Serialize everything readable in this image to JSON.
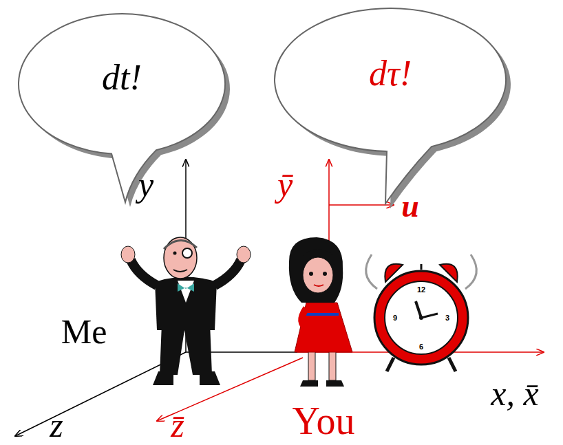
{
  "diagram": {
    "nodes": [
      {
        "text": [
          "dt!"
        ]
      },
      {
        "text": [
          "dτ!"
        ]
      }
    ],
    "labels": [
      "y",
      "ȳ",
      "u",
      "Me",
      "You",
      "x, x̄",
      "z",
      "z̄",
      "12",
      "3",
      "6",
      "9"
    ]
  }
}
